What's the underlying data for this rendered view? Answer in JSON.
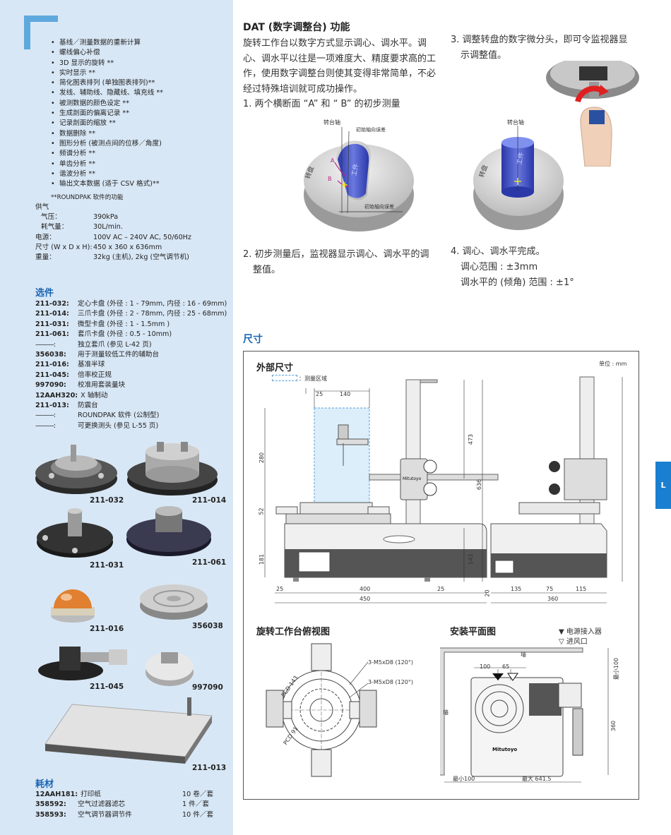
{
  "features": [
    "基线／测量数据的重新计算",
    "螺线偏心补偿",
    "3D 显示的旋转 **",
    "实时显示 **",
    "简化图表排列 (单独图表排列)**",
    "发线、辅助线、隐藏线、填充线 **",
    "被测数据的颜色设定 **",
    "生成剖面的偏离记录 **",
    "记录剖面的缩放 **",
    "数据删除 **",
    "图形分析 (被测点间的位移／角度)",
    "频谱分析 **",
    "单齿分析 **",
    "谐波分析 **",
    "输出文本数据 (适于 CSV 格式)**"
  ],
  "features_note": "**ROUNDPAK 软件的功能",
  "specs": [
    {
      "k": "供气",
      "v": "",
      "ind": false
    },
    {
      "k": "气压：",
      "v": "390kPa",
      "ind": true
    },
    {
      "k": "耗气量：",
      "v": "30L/min.",
      "ind": true
    },
    {
      "k": "电源：",
      "v": "100V AC – 240V AC, 50/60Hz",
      "ind": false
    },
    {
      "k": "尺寸 (W x D x H):",
      "v": "450 x 360 x 636mm",
      "ind": false
    },
    {
      "k": "重量：",
      "v": "32kg (主机), 2kg (空气调节机)",
      "ind": false
    }
  ],
  "options_title": "选件",
  "options": [
    {
      "k": "211-032:",
      "v": "定心卡盘 (外径 : 1 - 79mm, 内径 : 16 - 69mm)"
    },
    {
      "k": "211-014:",
      "v": "三爪卡盘 (外径 : 2 - 78mm, 内径 : 25 - 68mm)"
    },
    {
      "k": "211-031:",
      "v": "微型卡盘 (外径 : 1 - 1.5mm )"
    },
    {
      "k": "211-061:",
      "v": "套爪卡盘 (外径 : 0.5 - 10mm)"
    },
    {
      "k": "———:",
      "v": "独立套爪 (参见 L-42 页)"
    },
    {
      "k": "356038:",
      "v": "用于测量较低工件的辅助台"
    },
    {
      "k": "211-016:",
      "v": "基准半球"
    },
    {
      "k": "211-045:",
      "v": "倍率校正规"
    },
    {
      "k": "997090:",
      "v": "校准用套装量块"
    },
    {
      "k": "12AAH320:",
      "v": "X 轴制动"
    },
    {
      "k": "211-013:",
      "v": "防震台"
    },
    {
      "k": "———:",
      "v": "ROUNDPAK 软件 (公制型)"
    },
    {
      "k": "———:",
      "v": "可更换测头 (参见 L-55 页)"
    }
  ],
  "products": [
    "211-032",
    "211-014",
    "211-031",
    "211-061",
    "211-016",
    "356038",
    "211-045",
    "997090",
    "211-013"
  ],
  "consumables_title": "耗材",
  "consumables": [
    {
      "k": "12AAH181:",
      "n": "打印纸",
      "q": "10 卷／套"
    },
    {
      "k": "358592:",
      "n": "空气过滤器滤芯",
      "q": "1 件／套"
    },
    {
      "k": "358593:",
      "n": "空气调节器调节件",
      "q": "10 件／套"
    }
  ],
  "dat": {
    "title": "DAT (数字调整台) 功能",
    "body": "旋转工作台以数字方式显示调心、调水平。调心、调水平以往是一项难度大、精度要求高的工作，使用数字调整台则使其变得非常简单，不必经过特殊培训就可成功操作。",
    "step1": "1. 两个横断面 “A” 和 “ B” 的初步测量",
    "step2": "2. 初步测量后，监视器显示调心、调水平的调整值。",
    "step3": "3. 调整转盘的数字微分头，即可令监视器显示调整值。",
    "step4_title": "4. 调心、调水平完成。",
    "step4_l1": "调心范围 : ±3mm",
    "step4_l2": "调水平的 (倾角) 范围 : ±1°"
  },
  "diagram_labels": {
    "axis": "转台轴",
    "tilt_err": "初始轴向误差",
    "center_err": "初始轴向误差",
    "table": "转盘",
    "work": "工件",
    "A": "A",
    "B": "B"
  },
  "dims": {
    "title": "尺寸",
    "ext_title": "外部尺寸",
    "unit": "单位 : mm",
    "area": "：测量区域",
    "top_title": "旋转工作台俯视图",
    "plan_title": "安装平面图",
    "legend1": "▼ 电源接入器",
    "legend2": "▽ 进风口",
    "wall": "墙",
    "n25a": "25",
    "n140": "140",
    "n280": "280",
    "n52": "52",
    "n181": "181",
    "n473": "473",
    "n636": "636",
    "n143": "143",
    "n20": "20",
    "n25b": "25",
    "n400": "400",
    "n25c": "25",
    "n450": "450",
    "n135": "135",
    "n75": "75",
    "n115": "115",
    "n360": "360",
    "m5a": "3-M5xD8 (120°)",
    "m5b": "3-M5xD8 (120°)",
    "pcd143": "PCD 143",
    "pcd91": "PCD 91",
    "n100a": "100",
    "n65": "65",
    "min100a": "最小100",
    "n360b": "360",
    "min100b": "最小100",
    "max641": "最大 641.5",
    "brand": "Mitutoyo"
  },
  "tab": "L"
}
